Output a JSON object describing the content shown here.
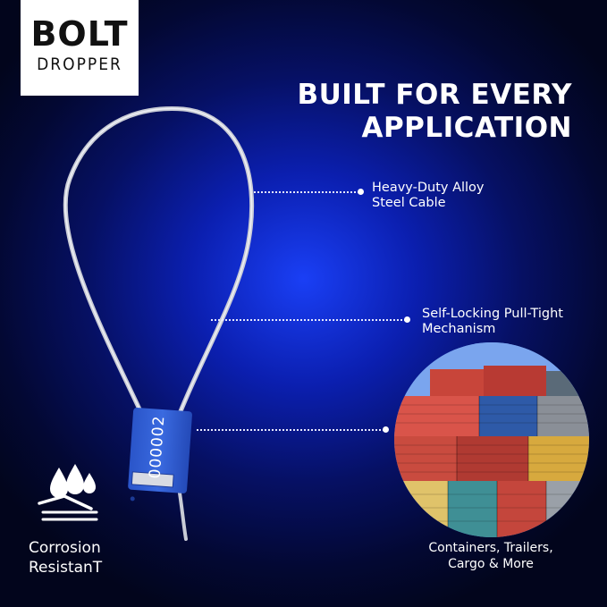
{
  "brand": {
    "logo_top": "BOLT",
    "logo_bottom": "DROPPER"
  },
  "headline": {
    "line1": "BUILT FOR EVERY",
    "line2": "APPLICATION"
  },
  "callouts": [
    {
      "line1": "Heavy-Duty Alloy",
      "line2": "Steel Cable"
    },
    {
      "line1": "Self-Locking Pull-Tight",
      "line2": "Mechanism"
    }
  ],
  "seal": {
    "serial": "000002",
    "color": "#2f5ed6"
  },
  "photo_caption": {
    "line1": "Containers, Trailers,",
    "line2": "Cargo & More"
  },
  "feature": {
    "line1": "Corrosion",
    "line2": "ResistanT",
    "icon": "water-drops-icon"
  },
  "colors": {
    "background_center": "#1a3ff5",
    "background_edge": "#02051c",
    "seal_blue": "#2f5ed6"
  }
}
